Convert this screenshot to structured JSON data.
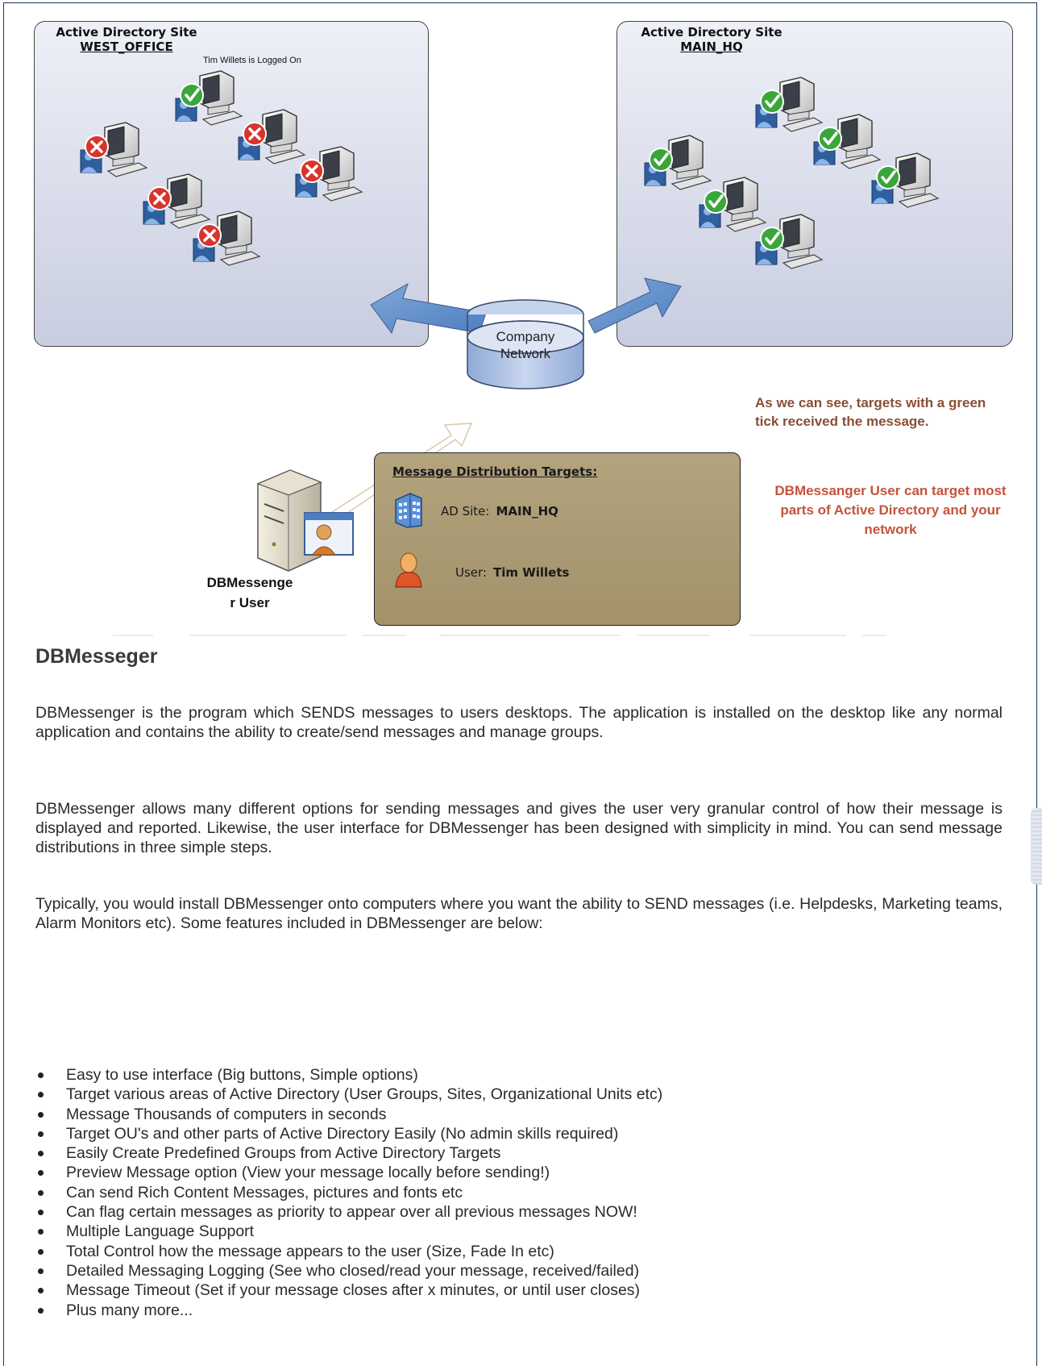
{
  "diagram": {
    "west_site": {
      "title": "Active Directory Site",
      "name": "WEST_OFFICE",
      "logged_on_note": "Tim Willets is Logged On",
      "computers": [
        {
          "status": "received"
        },
        {
          "status": "failed"
        },
        {
          "status": "failed"
        },
        {
          "status": "failed"
        },
        {
          "status": "failed"
        },
        {
          "status": "failed"
        }
      ]
    },
    "main_site": {
      "title": "Active Directory Site",
      "name": "MAIN_HQ",
      "computers": [
        {
          "status": "received"
        },
        {
          "status": "received"
        },
        {
          "status": "received"
        },
        {
          "status": "received"
        },
        {
          "status": "received"
        },
        {
          "status": "received"
        }
      ]
    },
    "network": {
      "line1": "Company",
      "line2": "Network"
    },
    "sender": {
      "line1": "DBMessenge",
      "line2": "r User"
    },
    "targets": {
      "title": "Message Distribution Targets:",
      "ad_site_label": "AD Site:",
      "ad_site_value": "MAIN_HQ",
      "user_label": "User:",
      "user_value": "Tim Willets"
    },
    "note_received": "As we can see, targets with a green tick received the message.",
    "note_target": "DBMessanger User can target most parts of Active Directory and your network",
    "colors": {
      "tick": "#3aa63a",
      "cross": "#d8342c",
      "note_brown": "#8a4e35",
      "note_red": "#c5533c"
    }
  },
  "section": {
    "heading": "DBMesseger",
    "paragraphs": [
      "DBMessenger is the program which SENDS messages to users desktops.  The application is installed on the desktop like any normal application and contains the ability to create/send messages and manage groups.",
      "DBMessenger allows many different options for sending messages and gives the user very granular control of how their message is displayed and reported.  Likewise, the user interface for DBMessenger has been designed with simplicity in mind.  You can send message distributions in three simple steps.",
      "Typically, you would install DBMessenger onto computers where you want the ability to SEND messages (i.e. Helpdesks, Marketing teams, Alarm Monitors etc).  Some features included in DBMessenger are below:"
    ],
    "features": [
      "Easy to use interface  (Big buttons, Simple options)",
      "Target various areas of Active Directory (User Groups, Sites, Organizational Units etc)",
      "Message Thousands of computers in seconds",
      "Target OU's and other parts of Active Directory Easily (No admin skills required)",
      "Easily Create Predefined Groups from Active Directory Targets",
      "Preview Message option (View your message locally before sending!)",
      "Can send Rich Content Messages, pictures and fonts etc",
      "Can flag certain messages as priority to appear over all previous messages NOW!",
      "Multiple Language Support",
      "Total Control how the message appears to the user (Size, Fade In etc)",
      "Detailed Messaging Logging (See who closed/read your message, received/failed)",
      "Message Timeout (Set if your message closes after x minutes, or until user closes)",
      "Plus many more..."
    ]
  }
}
